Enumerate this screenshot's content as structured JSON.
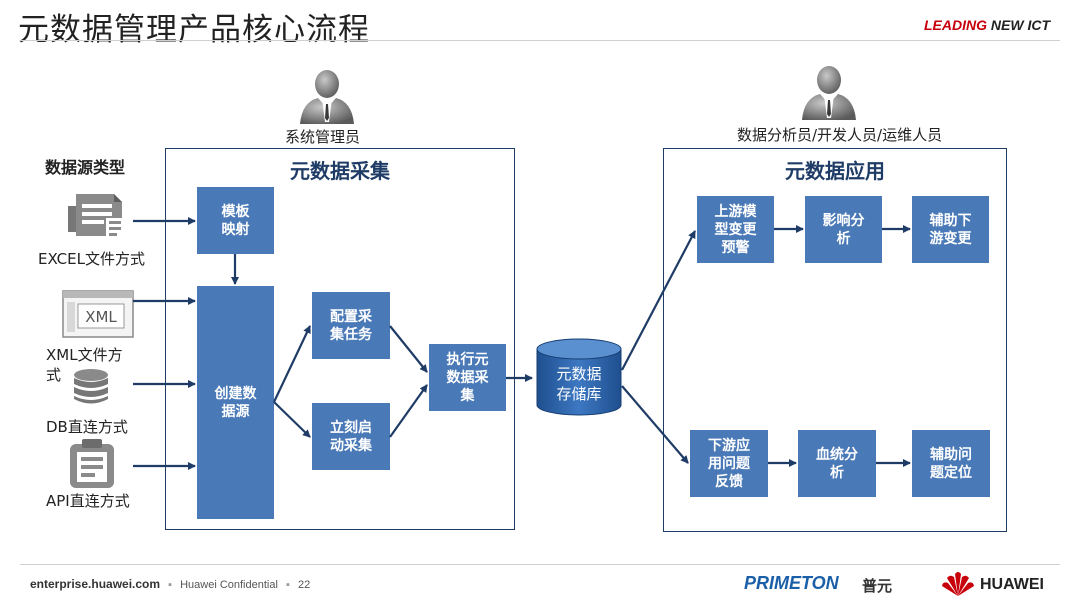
{
  "header": {
    "title": "元数据管理产品核心流程",
    "brand_part1": "LEADING",
    "brand_part2": " NEW ICT"
  },
  "actors": {
    "admin": "系统管理员",
    "analysts": "数据分析员/开发人员/运维人员"
  },
  "sources": {
    "heading": "数据源类型",
    "excel": "EXCEL文件方式",
    "xml_line1": "XML文件方",
    "xml_line2": "式",
    "xml_icon_text": "XML",
    "db": "DB直连方式",
    "api": "API直连方式"
  },
  "collection": {
    "title": "元数据采集",
    "template_mapping": "模板\n映射",
    "create_source": "创建数\n据源",
    "config_task": "配置采\n集任务",
    "start_now": "立刻启\n动采集",
    "execute": "执行元\n数据采\n集"
  },
  "repository": {
    "label_line1": "元数据",
    "label_line2": "存储库"
  },
  "application": {
    "title": "元数据应用",
    "upstream_warning": "上游模\n型变更\n预警",
    "impact_analysis": "影响分\n析",
    "assist_downstream": "辅助下\n游变更",
    "downstream_feedback": "下游应\n用问题\n反馈",
    "lineage_analysis": "血统分\n析",
    "assist_locate": "辅助问\n题定位"
  },
  "footer": {
    "site": "enterprise.huawei.com",
    "confidential": "Huawei Confidential",
    "page": "22",
    "primeton": "PRIMETON",
    "primeton_cn": "普元",
    "huawei": "HUAWEI"
  },
  "colors": {
    "box": "#4a79b7",
    "panel_border": "#1f3c66",
    "title_text": "#1f3c66",
    "arrow": "#1f3c66",
    "brand_red": "#c7000b",
    "primeton_blue": "#1b5fa8"
  }
}
